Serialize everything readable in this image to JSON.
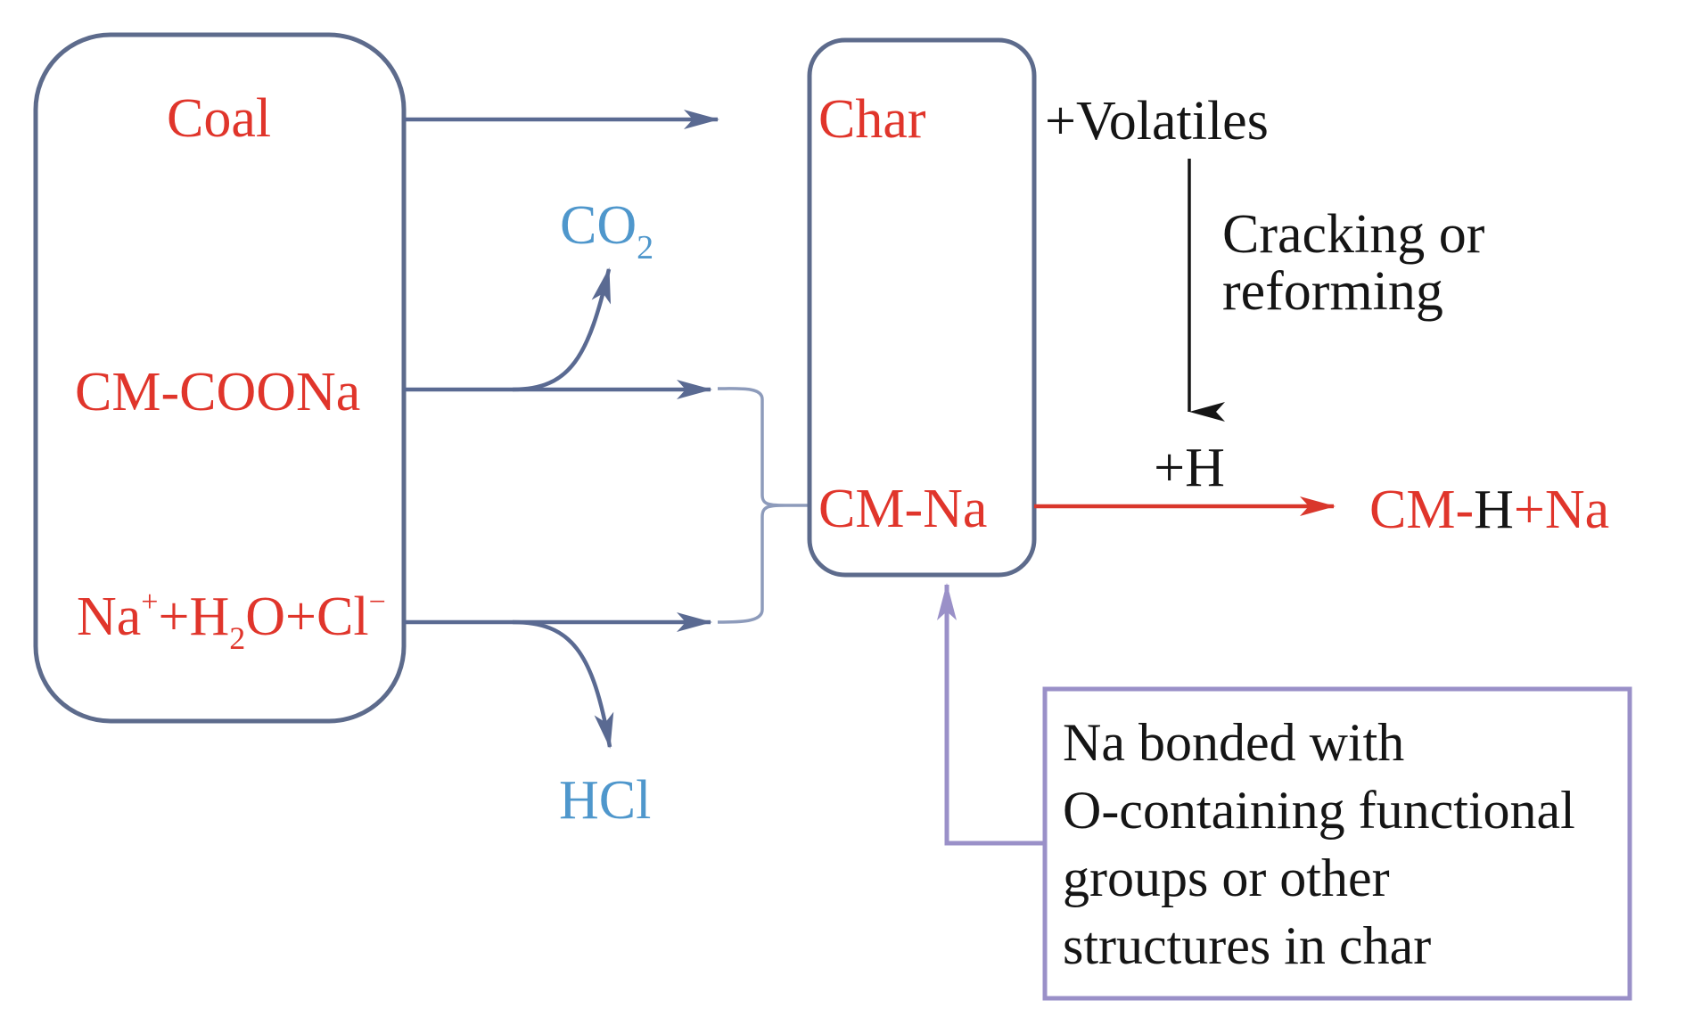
{
  "colors": {
    "species_red": "#e0352b",
    "gas_blue": "#4f97cc",
    "box_border": "#5d6b8c",
    "arrow_slate": "#5a6a92",
    "brace": "#8d9bbb",
    "reaction_red": "#d9372c",
    "text_black": "#151515",
    "note_purple": "#9a90c8"
  },
  "left_box": {
    "items": [
      {
        "id": "coal",
        "text": "Coal"
      },
      {
        "id": "cm_coona",
        "text": "CM-COONa"
      },
      {
        "id": "nacl_solution",
        "parts": [
          "Na",
          "+",
          "+H",
          "2",
          "O+Cl",
          "−"
        ]
      }
    ]
  },
  "gases": {
    "co2": {
      "main": "CO",
      "sub": "2"
    },
    "hcl": "HCl"
  },
  "char_box": {
    "char": "Char",
    "cm_na": "CM-Na"
  },
  "volatiles": "+Volatiles",
  "cracking": {
    "line1": "Cracking or",
    "line2": "reforming"
  },
  "h_label": "+H",
  "product": {
    "part1": "CM-",
    "part2": "H",
    "part3": "+Na"
  },
  "note_box": {
    "lines": [
      "Na bonded with",
      "O-containing functional",
      "groups or other",
      "structures in char"
    ]
  }
}
